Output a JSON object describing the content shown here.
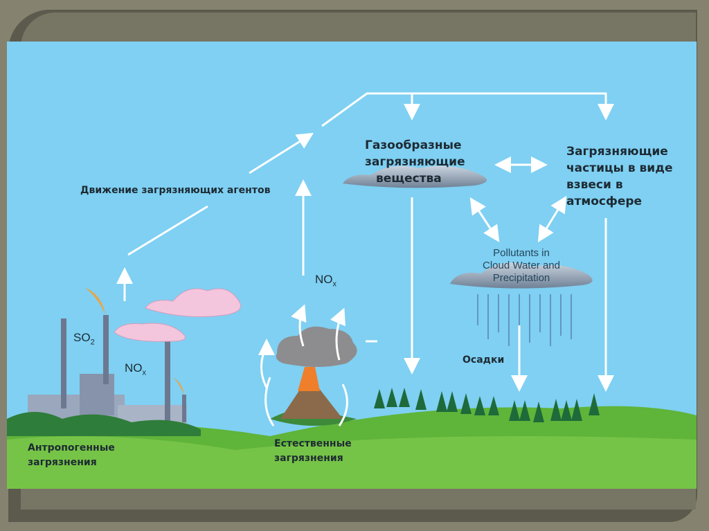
{
  "labels": {
    "movement": "Движение загрязняющих агентов",
    "gaseous": [
      "Газообразные",
      "загрязняющие",
      "вещества"
    ],
    "particles": [
      "Загрязняющие",
      "частицы в виде",
      "взвеси в",
      "атмосфере"
    ],
    "cloud_water": [
      "Pollutants in",
      "Cloud Water and",
      "Precipitation"
    ],
    "precipitation": "Осадки",
    "anthropogenic": [
      "Антропогенные",
      "загрязнения"
    ],
    "natural": [
      "Естественные",
      "загрязнения"
    ],
    "so2": "SO",
    "so2_sub": "2",
    "nox_factory": "NO",
    "nox_factory_sub": "x",
    "nox_volcano": "NO",
    "nox_volcano_sub": "x"
  },
  "colors": {
    "sky": "#7fd0f2",
    "ground": "#5fb43a",
    "arrow": "#ffffff"
  }
}
